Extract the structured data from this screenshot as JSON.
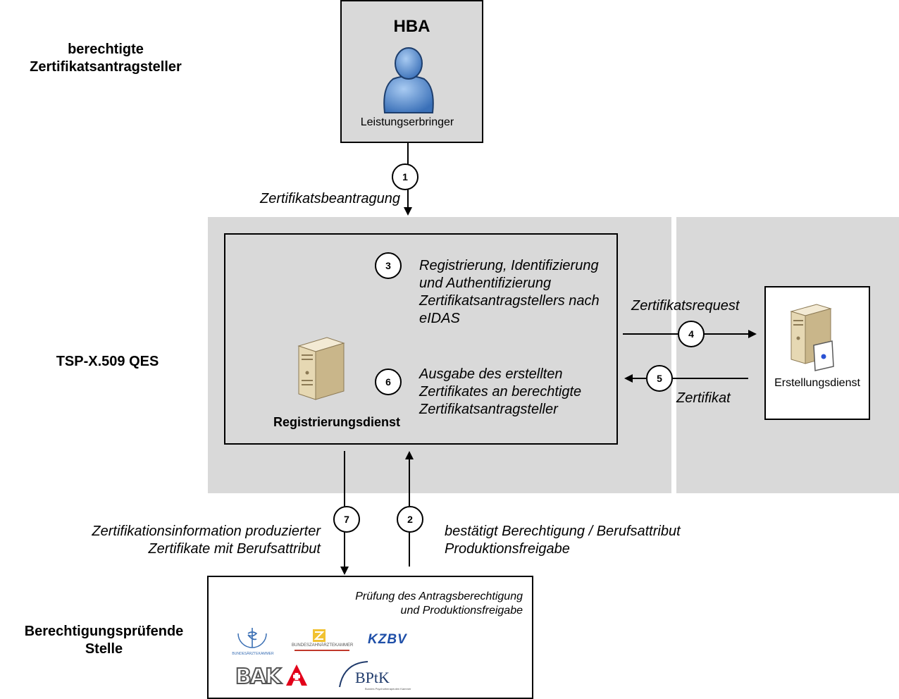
{
  "side_labels": {
    "applicants": "berechtigte\nZertifikatsantragsteller",
    "tsp": "TSP-X.509 QES",
    "authority": "Berechtigungsprüfende\nStelle"
  },
  "hba_box": {
    "title": "HBA",
    "person_label": "Leistungserbringer"
  },
  "flows": {
    "step1": {
      "number": "1",
      "label": "Zertifikatsbeantragung"
    },
    "step2": {
      "number": "2",
      "label": "bestätigt Berechtigung / Berufsattribut\nProduktionsfreigabe"
    },
    "step3": {
      "number": "3",
      "label": "Registrierung, Identifizierung\nund Authentifizierung\nZertifikatsantragstellers nach\neIDAS"
    },
    "step4": {
      "number": "4",
      "label": "Zertifikatsrequest"
    },
    "step5": {
      "number": "5",
      "label": "Zertifikat"
    },
    "step6": {
      "number": "6",
      "label": "Ausgabe des erstellten\nZertifikates an berechtigte\nZertifikatsantragsteller"
    },
    "step7": {
      "number": "7",
      "label": "Zertifikationsinformation produzierter\nZertifikate mit Berufsattribut"
    }
  },
  "registration_box": {
    "label": "Registrierungsdienst"
  },
  "creation_box": {
    "label": "Erstellungsdienst"
  },
  "authority_box": {
    "caption": "Prüfung des Antragsberechtigung\nund Produktionsfreigabe",
    "logos": {
      "kzbv": "KZBV",
      "bak": "BAK",
      "bptk": "BPtK",
      "bzaek": "BUNDESZAHNÄRZTEKAMMER",
      "baek": "BUNDESÄRZTEKAMMER",
      "bptk_sub": "Bundes Psychotherapeuten Kammer"
    }
  },
  "colors": {
    "zone": "#d9d9d9",
    "person": "#5b8fd0",
    "kzbv": "#1f4fa8",
    "bak_red": "#e2001a"
  }
}
